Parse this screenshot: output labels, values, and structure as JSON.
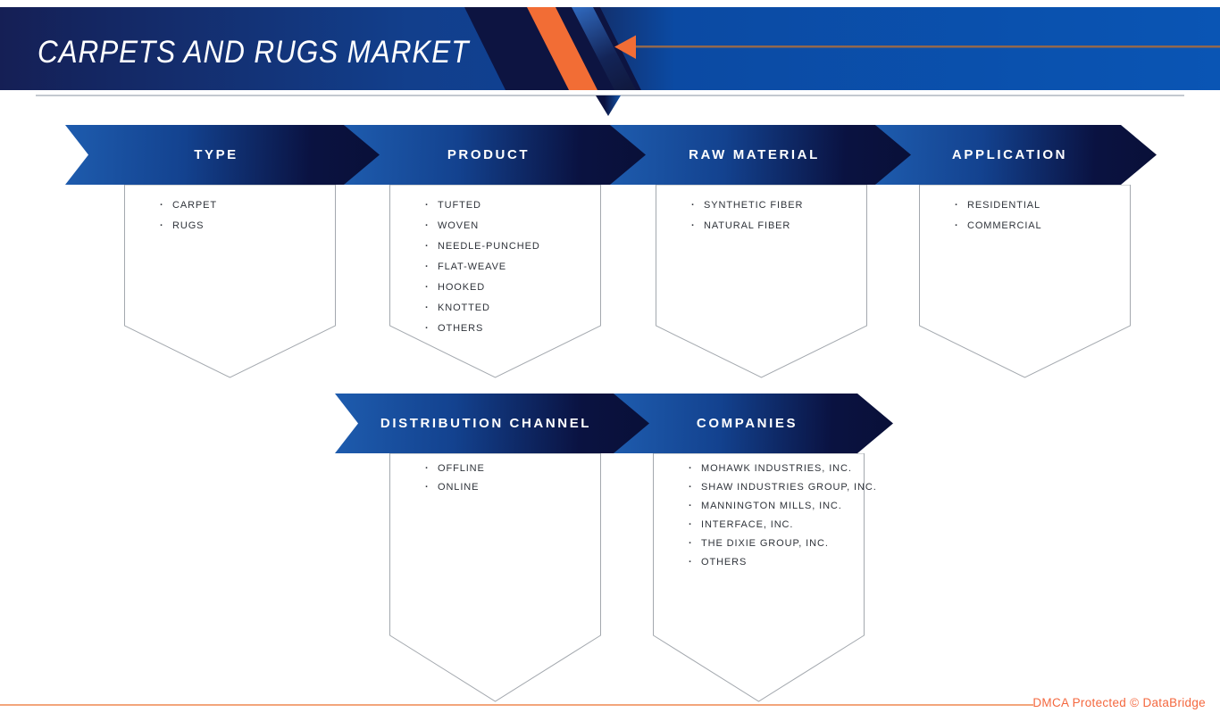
{
  "page": {
    "title": "CARPETS AND RUGS MARKET",
    "footer_text": "DMCA Protected © DataBridge"
  },
  "colors": {
    "accent_orange": "#f26d35",
    "footer_orange": "#f4683f",
    "navy_dark": "#0a1241",
    "banner_blue": "#1e5cae",
    "header_blue_right": "#0b4aa3",
    "box_border_gray": "#a3a8ae",
    "rule_gray": "#c3c8cf"
  },
  "segments": [
    {
      "id": "type",
      "label": "TYPE",
      "items": [
        "CARPET",
        "RUGS"
      ]
    },
    {
      "id": "product",
      "label": "PRODUCT",
      "items": [
        "TUFTED",
        "WOVEN",
        "NEEDLE-PUNCHED",
        "FLAT-WEAVE",
        "HOOKED",
        "KNOTTED",
        "OTHERS"
      ]
    },
    {
      "id": "raw-material",
      "label": "RAW MATERIAL",
      "items": [
        "SYNTHETIC FIBER",
        "NATURAL FIBER"
      ]
    },
    {
      "id": "application",
      "label": "APPLICATION",
      "items": [
        "RESIDENTIAL",
        "COMMERCIAL"
      ]
    },
    {
      "id": "distribution-channel",
      "label": "DISTRIBUTION CHANNEL",
      "items": [
        "OFFLINE",
        "ONLINE"
      ]
    },
    {
      "id": "companies",
      "label": "COMPANIES",
      "items": [
        "MOHAWK INDUSTRIES, INC.",
        "SHAW INDUSTRIES GROUP, INC.",
        "MANNINGTON MILLS, INC.",
        "INTERFACE, INC.",
        "THE DIXIE GROUP, INC.",
        "OTHERS"
      ]
    }
  ]
}
